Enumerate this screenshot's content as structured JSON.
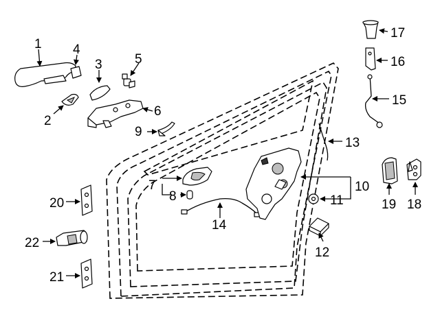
{
  "callouts": {
    "c1": "1",
    "c2": "2",
    "c3": "3",
    "c4": "4",
    "c5": "5",
    "c6": "6",
    "c7": "7",
    "c8": "8",
    "c9": "9",
    "c10": "10",
    "c11": "11",
    "c12": "12",
    "c13": "13",
    "c14": "14",
    "c15": "15",
    "c16": "16",
    "c17": "17",
    "c18": "18",
    "c19": "19",
    "c20": "20",
    "c21": "21",
    "c22": "22"
  },
  "icons": {
    "outside-handle": "door-handle-icon",
    "cover": "cap-icon",
    "lock-actuator": "lock-module-icon",
    "hinge": "hinge-icon"
  },
  "colors": {
    "line": "#000000",
    "background": "#ffffff",
    "shade": "#bdbdbd"
  }
}
